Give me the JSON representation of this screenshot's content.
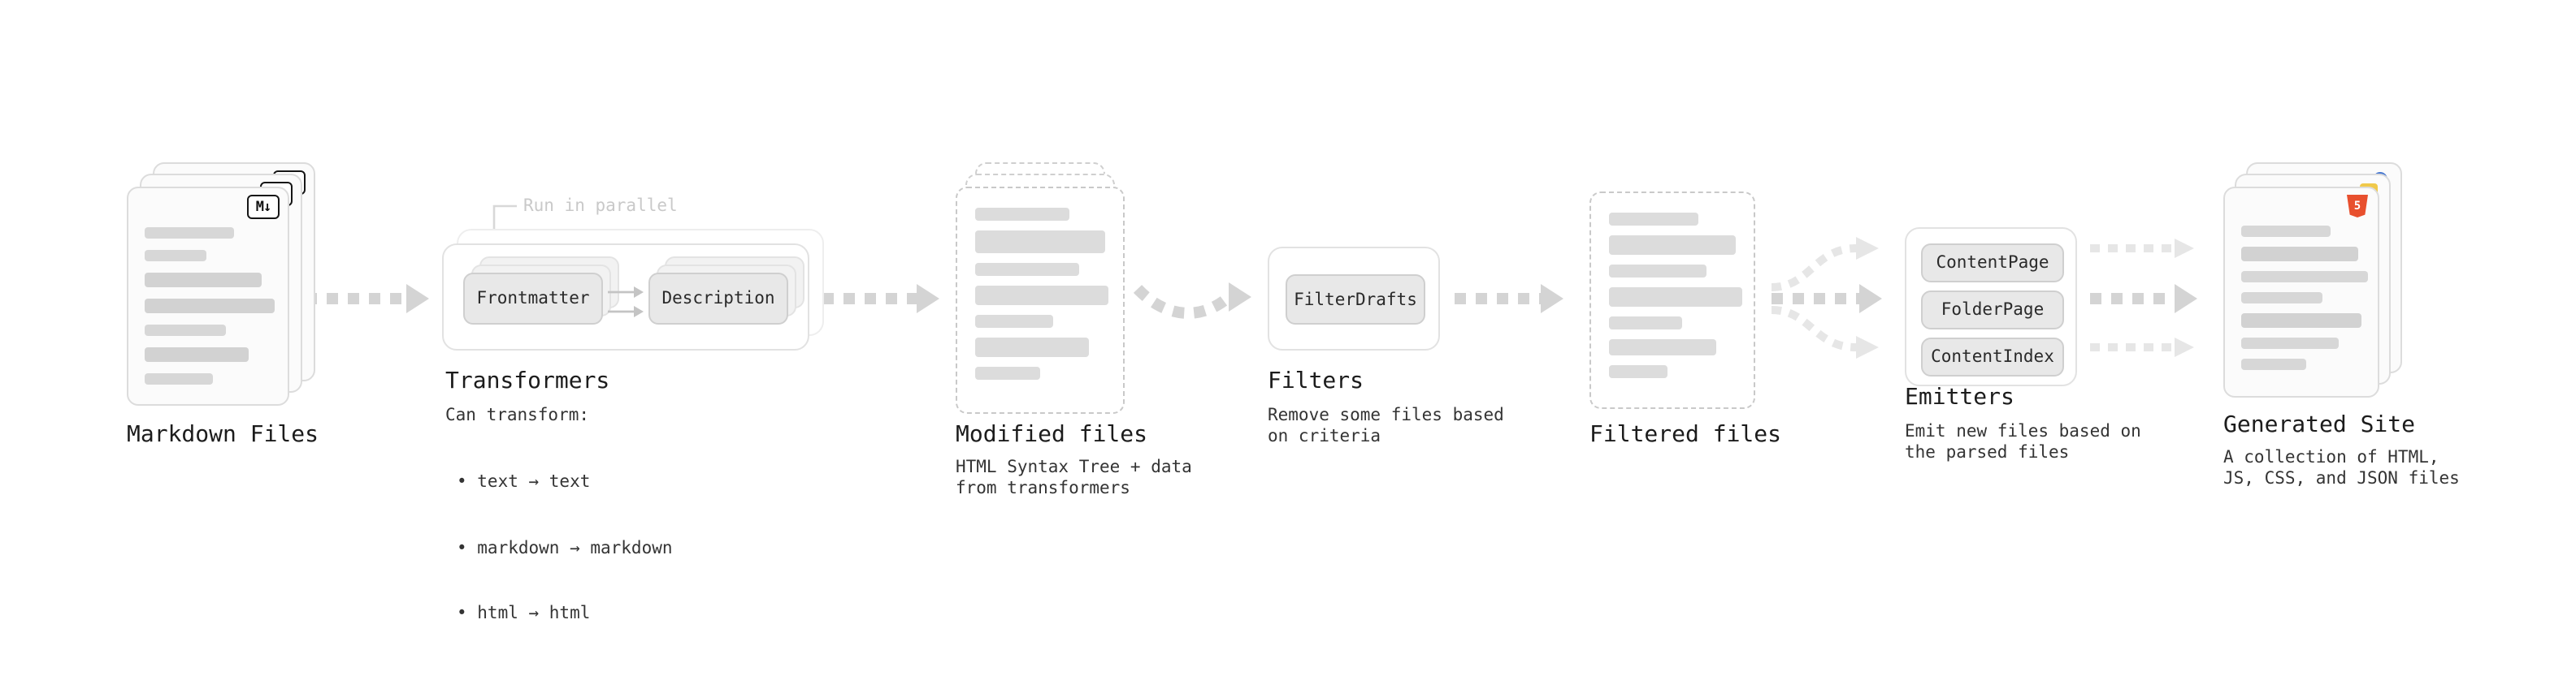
{
  "markdown": {
    "title": "Markdown Files"
  },
  "transformers": {
    "title": "Transformers",
    "parallel_label": "Run in parallel",
    "chips": [
      "Frontmatter",
      "Description"
    ],
    "heading": "Can transform:",
    "bullets": [
      "• text → text",
      "• markdown → markdown",
      "• html → html"
    ]
  },
  "modified": {
    "title": "Modified files",
    "description": "HTML Syntax Tree + data from transformers"
  },
  "filters": {
    "title": "Filters",
    "chip": "FilterDrafts",
    "description": "Remove some files based on criteria"
  },
  "filtered": {
    "title": "Filtered files"
  },
  "emitters": {
    "title": "Emitters",
    "chips": [
      "ContentPage",
      "FolderPage",
      "ContentIndex"
    ],
    "description": "Emit new files based on the parsed files"
  },
  "site": {
    "title": "Generated Site",
    "description": "A collection of HTML, JS, CSS, and JSON files"
  },
  "icons": {
    "markdown": "M↓",
    "html5": "5"
  },
  "colors": {
    "arrow": "#d4d4d4",
    "arrow_light": "#e6e6e6",
    "html5_badge": "#e8502e",
    "js_badge": "#f0c94b",
    "json_badge": "#4878d0"
  }
}
